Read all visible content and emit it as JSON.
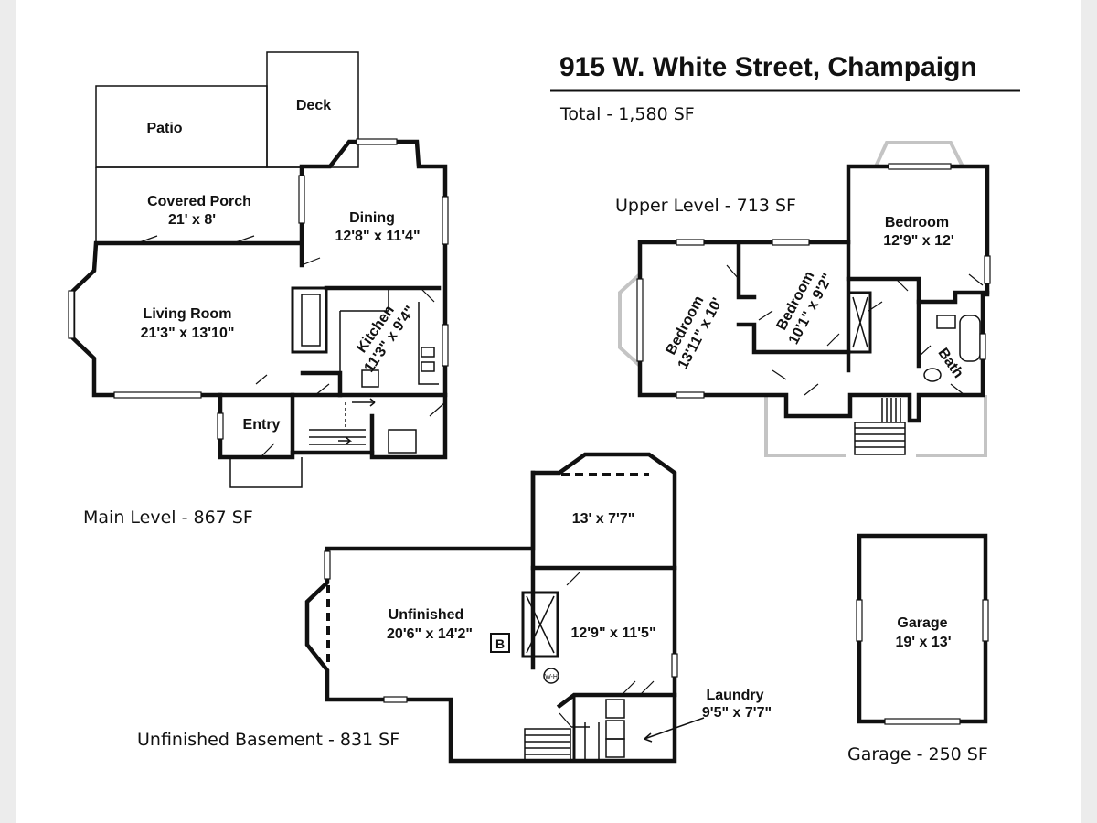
{
  "title": "915 W. White Street, Champaign",
  "total": "Total - 1,580 SF",
  "levels": {
    "main": "Main Level - 867 SF",
    "upper": "Upper Level - 713 SF",
    "basement": "Unfinished Basement - 831 SF",
    "garage": "Garage - 250 SF"
  },
  "rooms": {
    "patio": {
      "name": "Patio"
    },
    "deck": {
      "name": "Deck"
    },
    "porch": {
      "name": "Covered Porch",
      "size": "21' x 8'"
    },
    "dining": {
      "name": "Dining",
      "size": "12'8\" x 11'4\""
    },
    "living": {
      "name": "Living Room",
      "size": "21'3\" x 13'10\""
    },
    "kitchen": {
      "name": "Kitchen",
      "size": "11'3\" x 9'4\""
    },
    "entry": {
      "name": "Entry"
    },
    "bedroom_a": {
      "name": "Bedroom",
      "size": "12'9\" x 12'"
    },
    "bedroom_b": {
      "name": "Bedroom",
      "size": "13'11\" x 10'"
    },
    "bedroom_c": {
      "name": "Bedroom",
      "size": "10'1\" x 9'2\""
    },
    "bath": {
      "name": "Bath"
    },
    "basement_room": {
      "size": "13' x 7'7\""
    },
    "unfinished": {
      "name": "Unfinished",
      "size": "20'6\" x 14'2\""
    },
    "basement_mid": {
      "size": "12'9\" x 11'5\""
    },
    "laundry": {
      "name": "Laundry",
      "size": "9'5\" x 7'7\""
    },
    "garage": {
      "name": "Garage",
      "size": "19' x 13'"
    }
  },
  "symbols": {
    "boiler": "B",
    "water_heater": "W-H"
  }
}
